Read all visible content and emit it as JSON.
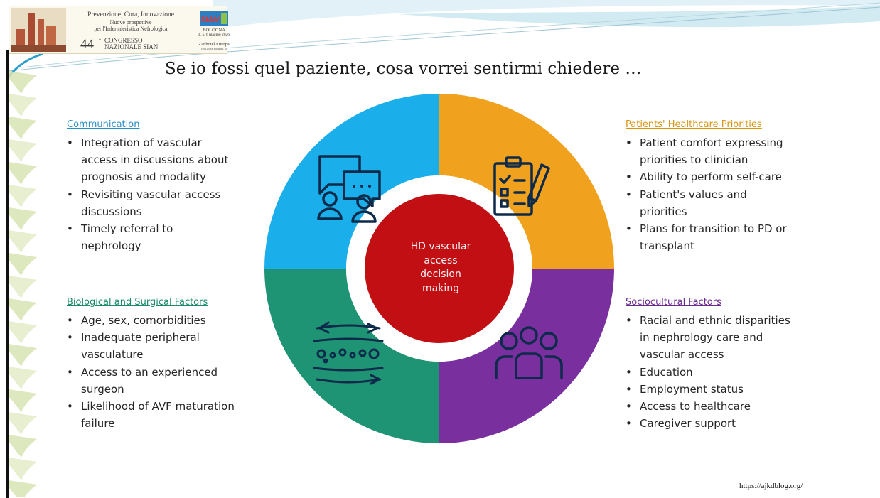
{
  "banner": {
    "line1": "Prevenzione, Cura, Innovazione",
    "line2": "Nuove prospettive",
    "line3": "per l'Infermieristica Nefrologica",
    "number": "44",
    "ordinal": "°",
    "congress": "CONGRESSO",
    "national": "NAZIONALE SIAN",
    "logo": "SIAN",
    "city": "BOLOGNA",
    "dates": "4, 5, 6 maggio 2026",
    "hotel": "Zanhotel Europa",
    "address": "Via Cesare Boldrini, 11"
  },
  "title": "Se io fossi quel paziente, cosa vorrei sentirmi chiedere …",
  "sections": {
    "communication": {
      "heading": "Communication",
      "items": [
        [
          "Integration of vascular",
          "access in discussions about",
          "prognosis and modality"
        ],
        [
          "Revisiting vascular access",
          "discussions"
        ],
        [
          "Timely referral to",
          "nephrology"
        ]
      ]
    },
    "priorities": {
      "heading": "Patients' Healthcare Priorities",
      "items": [
        [
          "Patient comfort expressing",
          "priorities to clinician"
        ],
        [
          "Ability to perform self-care"
        ],
        [
          "Patient's values and",
          "priorities"
        ],
        [
          "Plans for transition to PD or",
          "transplant"
        ]
      ]
    },
    "biological": {
      "heading": "Biological and Surgical Factors",
      "items": [
        [
          "Age, sex, comorbidities"
        ],
        [
          "Inadequate peripheral",
          "vasculature"
        ],
        [
          "Access to an experienced",
          "surgeon"
        ],
        [
          "Likelihood of AVF maturation",
          "failure"
        ]
      ]
    },
    "sociocultural": {
      "heading": "Sociocultural Factors",
      "items": [
        [
          "Racial and ethnic disparities",
          "in nephrology care and",
          "vascular access"
        ],
        [
          "Education"
        ],
        [
          "Employment status"
        ],
        [
          "Access to healthcare"
        ],
        [
          "Caregiver support"
        ]
      ]
    }
  },
  "center": [
    "HD vascular",
    "access",
    "decision",
    "making"
  ],
  "source": "https://ajkdblog.org/",
  "colors": {
    "communication": "#1aaeea",
    "priorities": "#f0a21e",
    "biological": "#1e9474",
    "sociocultural": "#7a2f9e",
    "center": "#c10f14",
    "heading_communication": "#2a8fc7",
    "heading_priorities": "#d9930e",
    "heading_biological": "#1a8a6a",
    "heading_sociocultural": "#6a2a8e"
  },
  "icons": {
    "communication": "chat-people-icon",
    "priorities": "checklist-pen-icon",
    "biological": "blood-flow-icon",
    "sociocultural": "group-people-icon"
  }
}
